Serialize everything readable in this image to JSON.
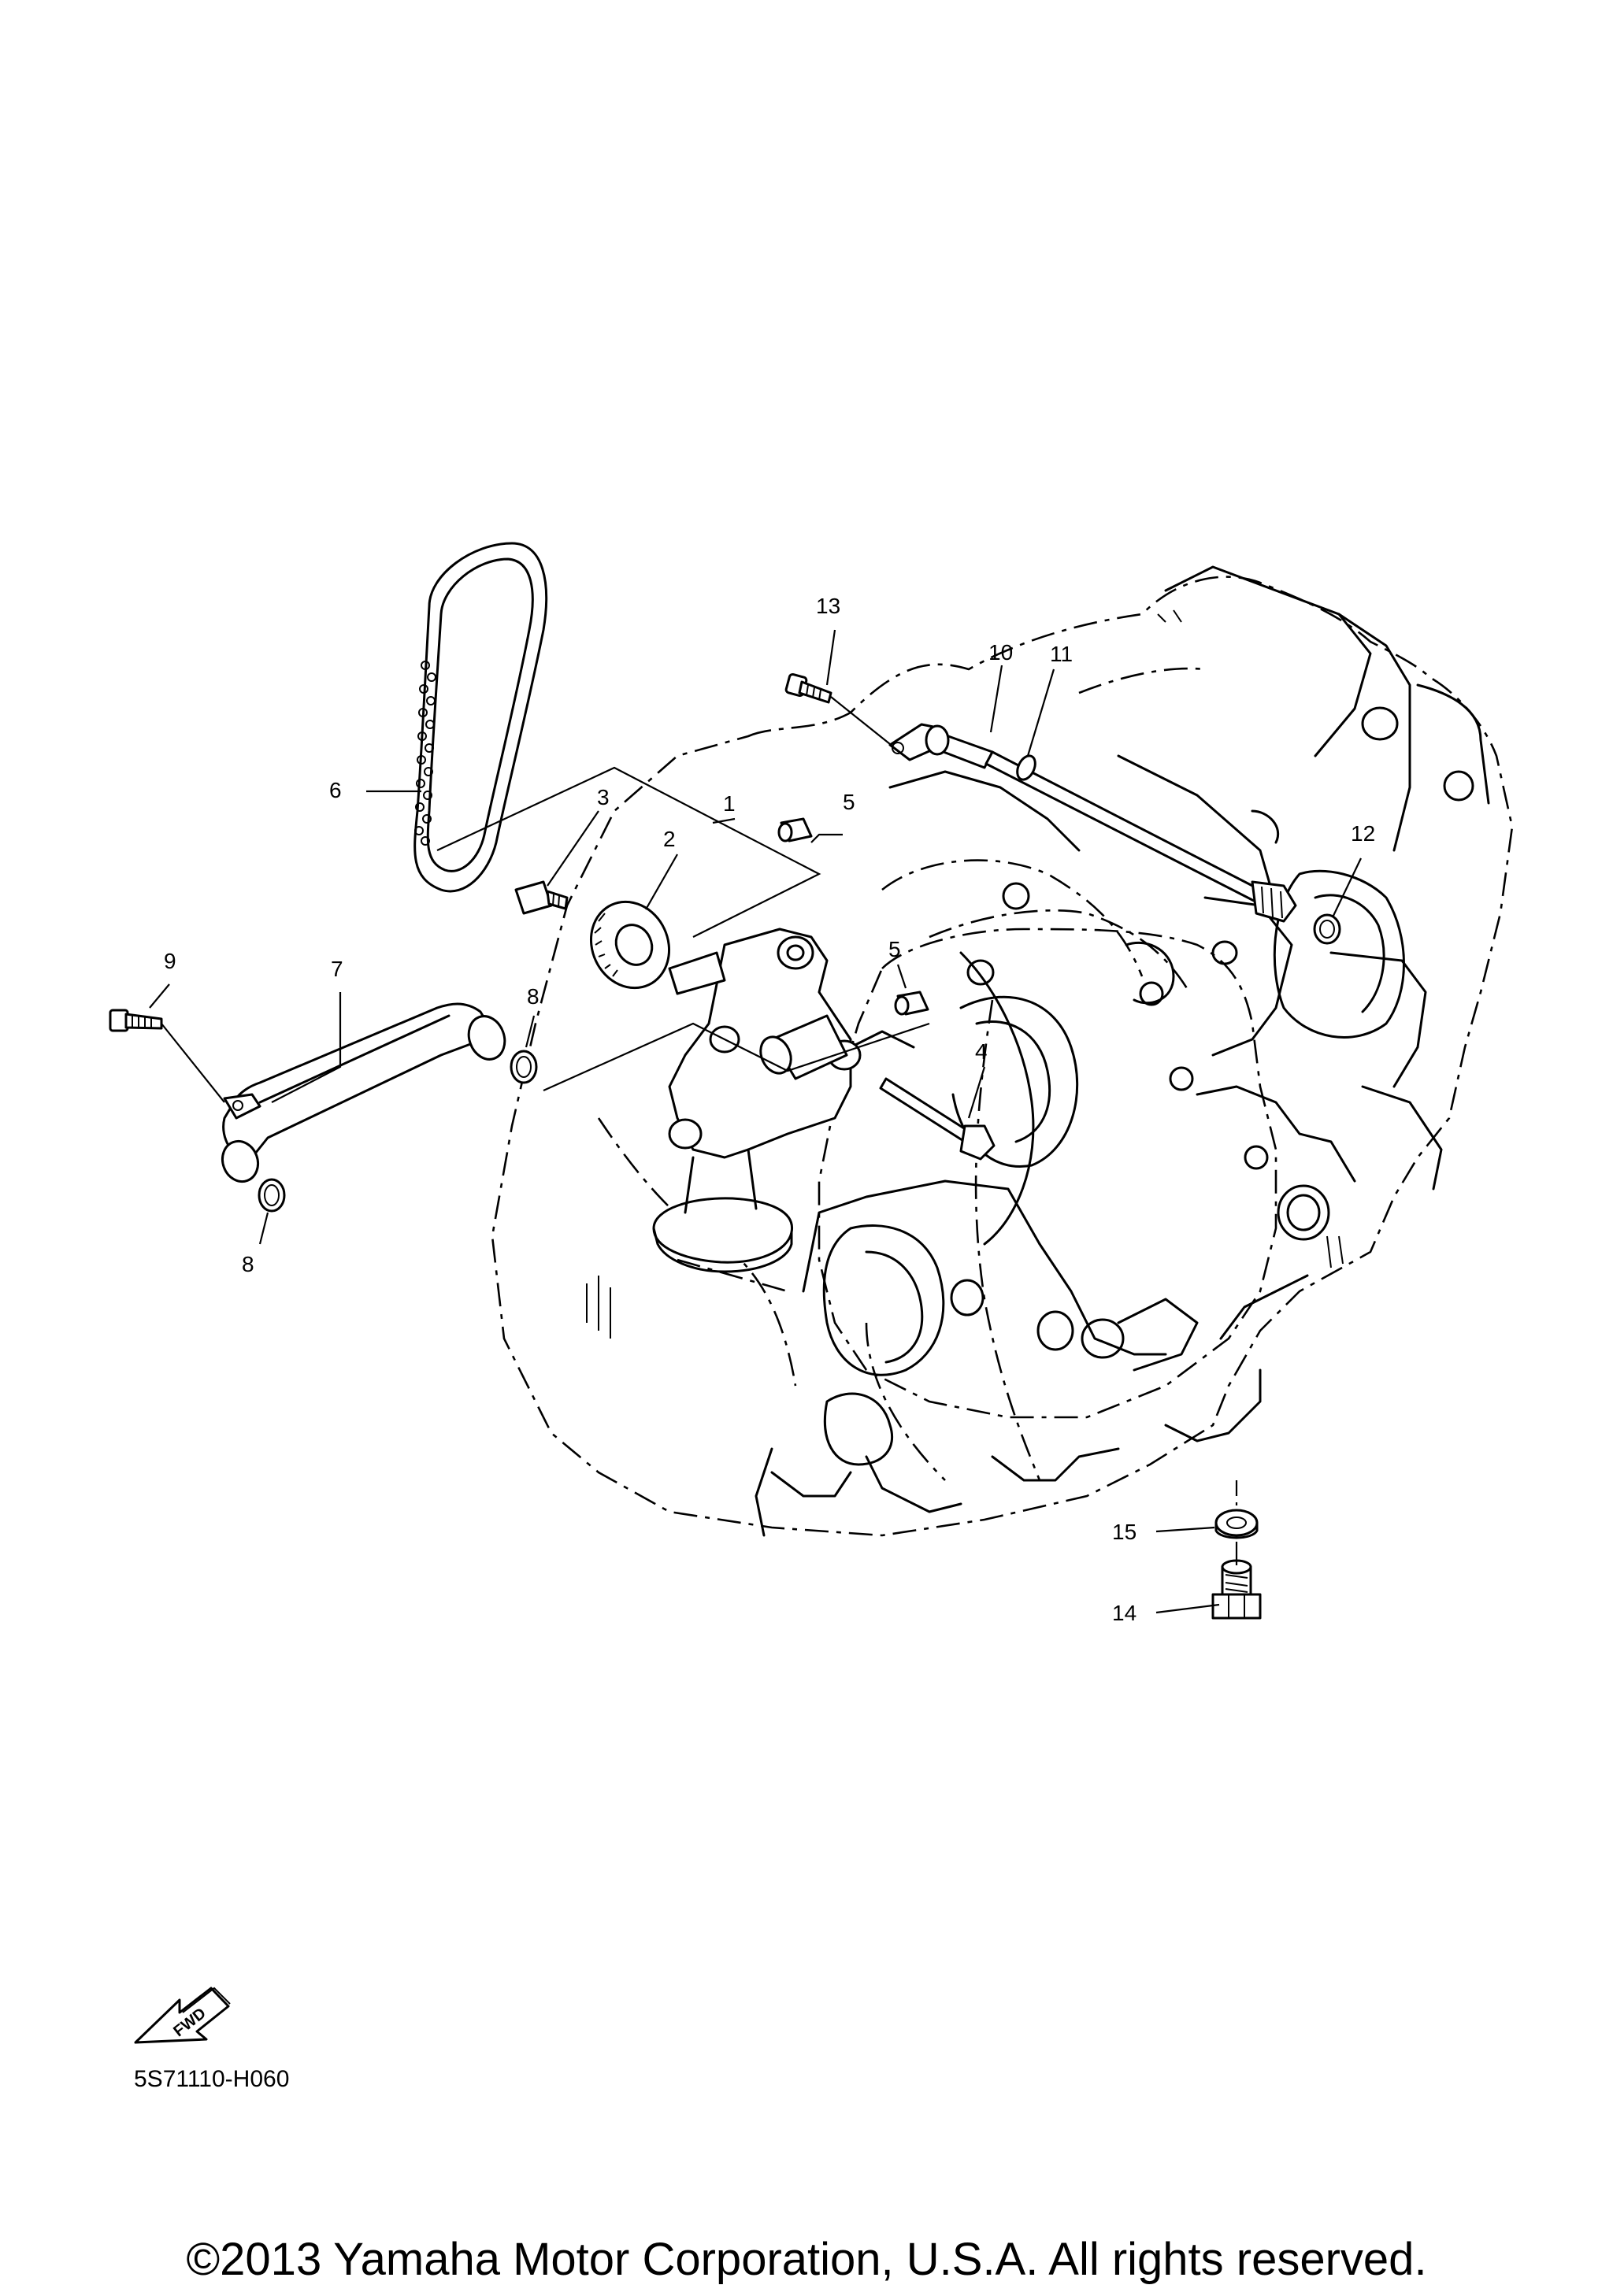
{
  "diagram": {
    "code": "5S71110-H060",
    "copyright": "©2013 Yamaha Motor Corporation, U.S.A. All rights reserved.",
    "fwd_label": "FWD",
    "callouts": [
      {
        "label": "1",
        "part": "oil-pump-assembly"
      },
      {
        "label": "2",
        "part": "sprocket"
      },
      {
        "label": "3",
        "part": "bolt"
      },
      {
        "label": "4",
        "part": "bolt"
      },
      {
        "label": "5",
        "part": "dowel-pin"
      },
      {
        "label": "5",
        "part": "dowel-pin"
      },
      {
        "label": "6",
        "part": "chain"
      },
      {
        "label": "7",
        "part": "pipe"
      },
      {
        "label": "8",
        "part": "o-ring"
      },
      {
        "label": "8",
        "part": "o-ring"
      },
      {
        "label": "9",
        "part": "bolt"
      },
      {
        "label": "10",
        "part": "shaft"
      },
      {
        "label": "11",
        "part": "o-ring"
      },
      {
        "label": "12",
        "part": "o-ring"
      },
      {
        "label": "13",
        "part": "bolt"
      },
      {
        "label": "14",
        "part": "drain-plug"
      },
      {
        "label": "15",
        "part": "gasket"
      }
    ]
  }
}
